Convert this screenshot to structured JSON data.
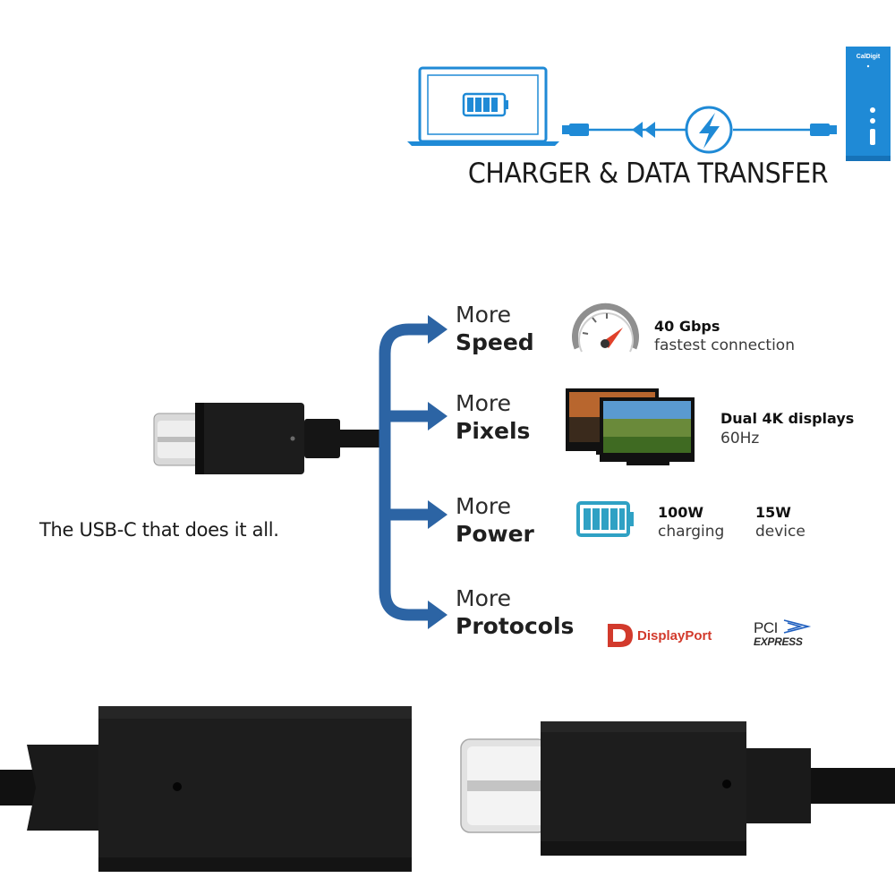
{
  "banner": {
    "title": "CHARGER & DATA TRANSFER",
    "dock_brand": "CalDigit"
  },
  "icons": {
    "laptop": "laptop-icon",
    "battery": "battery-icon",
    "lightning": "lightning-bolt-icon",
    "dock": "dock-icon",
    "gauge": "speedometer-icon",
    "monitors": "dual-monitor-icon",
    "power": "battery-full-icon"
  },
  "colors": {
    "accent_blue": "#1f8ad6",
    "arrow_blue": "#2c64a4",
    "battery_teal": "#2fa1c4",
    "displayport_red": "#d23a2c"
  },
  "features": [
    {
      "prefix": "More",
      "name": "Speed"
    },
    {
      "prefix": "More",
      "name": "Pixels"
    },
    {
      "prefix": "More",
      "name": "Power"
    },
    {
      "prefix": "More",
      "name": "Protocols"
    }
  ],
  "speed": {
    "value": "40 Gbps",
    "desc": "fastest connection"
  },
  "pixels": {
    "value": "Dual 4K displays",
    "desc": "60Hz"
  },
  "power": {
    "charging_value": "100W",
    "charging_desc": "charging",
    "device_value": "15W",
    "device_desc": "device"
  },
  "protocols": {
    "displayport": "DisplayPort",
    "pci": "PCI",
    "pci_express": "EXPRESS"
  },
  "tagline": "The USB-C that does it all."
}
